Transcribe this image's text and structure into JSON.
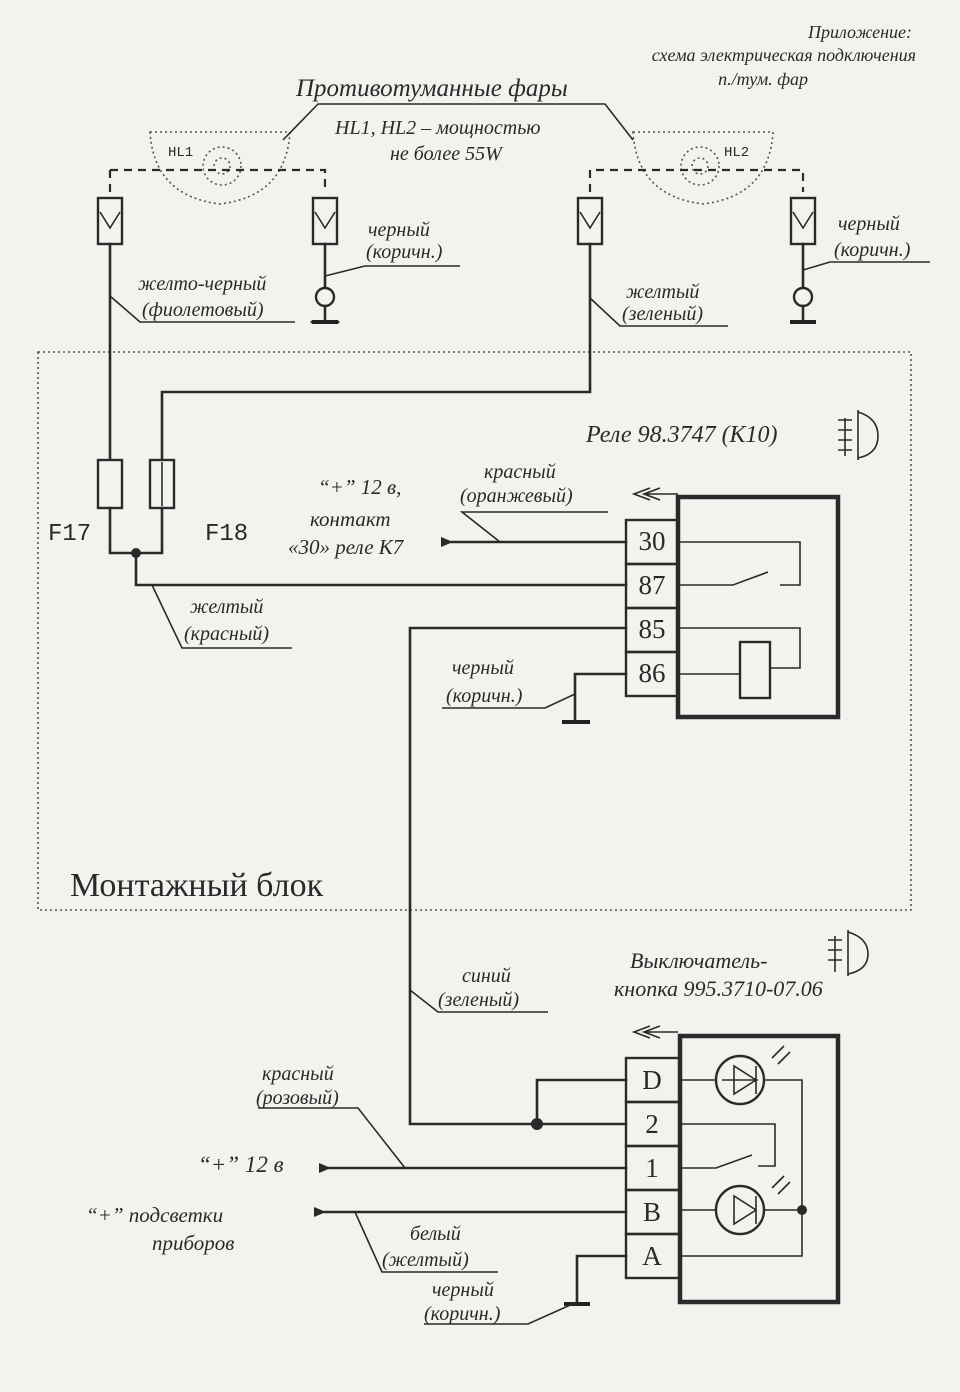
{
  "header": {
    "appendix": "Приложение:",
    "line2": "схема электрическая подключения",
    "line3": "п./тум. фар"
  },
  "lamps": {
    "title": "Противотуманные фары",
    "power_line1": "HL1, HL2 – мощностью",
    "power_line2": "не более 55W",
    "hl1": "HL1",
    "hl2": "HL2"
  },
  "wires": {
    "hl1_ground": {
      "l1": "черный",
      "l2": "(коричн.)"
    },
    "hl1_supply": {
      "l1": "желто-черный",
      "l2": "(фиолетовый)"
    },
    "hl2_ground": {
      "l1": "черный",
      "l2": "(коричн.)"
    },
    "hl2_supply": {
      "l1": "желтый",
      "l2": "(зеленый)"
    },
    "relay30": {
      "l1": "красный",
      "l2": "(оранжевый)"
    },
    "relay87": {
      "l1": "желтый",
      "l2": "(красный)"
    },
    "relay86": {
      "l1": "черный",
      "l2": "(коричн.)"
    },
    "switch2": {
      "l1": "синий",
      "l2": "(зеленый)"
    },
    "switch1": {
      "l1": "красный",
      "l2": "(розовый)"
    },
    "switchB": {
      "l1": "белый",
      "l2": "(желтый)"
    },
    "switchA": {
      "l1": "черный",
      "l2": "(коричн.)"
    }
  },
  "relay": {
    "title": "Реле 98.3747 (К10)",
    "target": {
      "l1": "“+” 12 в,",
      "l2": "контакт",
      "l3": "«30» реле К7"
    },
    "pins": [
      "30",
      "87",
      "85",
      "86"
    ]
  },
  "fuses": {
    "f17": "F17",
    "f18": "F18"
  },
  "mounting_block": "Монтажный блок",
  "switch": {
    "title_l1": "Выключатель-",
    "title_l2": "кнопка 995.3710-07.06",
    "plus12": "“+” 12 в",
    "backlight_l1": "“+” подсветки",
    "backlight_l2": "приборов",
    "pins": [
      "D",
      "2",
      "1",
      "B",
      "A"
    ]
  }
}
